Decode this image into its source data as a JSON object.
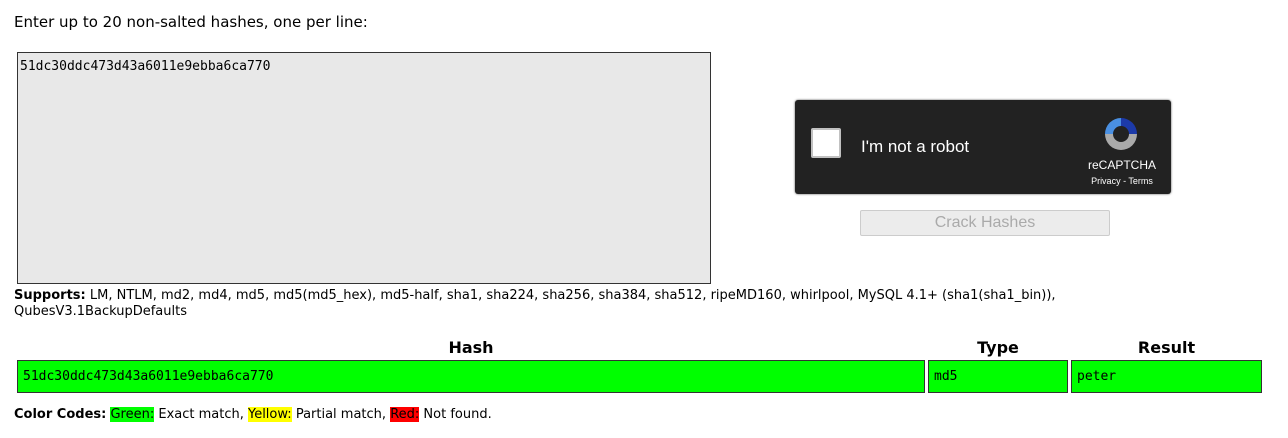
{
  "prompt": "Enter up to 20 non-salted hashes, one per line:",
  "input_value": "51dc30ddc473d43a6011e9ebba6ca770",
  "captcha": {
    "label": "I'm not a robot",
    "brand": "reCAPTCHA",
    "privacy": "Privacy",
    "sep": " - ",
    "terms": "Terms"
  },
  "crack_label": "Crack Hashes",
  "supports": {
    "label": "Supports:",
    "text": " LM, NTLM, md2, md4, md5, md5(md5_hex), md5-half, sha1, sha224, sha256, sha384, sha512, ripeMD160, whirlpool, MySQL 4.1+ (sha1(sha1_bin)), QubesV3.1BackupDefaults"
  },
  "table": {
    "headers": [
      "Hash",
      "Type",
      "Result"
    ],
    "rows": [
      {
        "hash": "51dc30ddc473d43a6011e9ebba6ca770",
        "type": "md5",
        "result": "peter"
      }
    ]
  },
  "codes": {
    "label": "Color Codes:",
    "green": "Green:",
    "green_t": " Exact match, ",
    "yellow": "Yellow:",
    "yellow_t": " Partial match, ",
    "red": "Red:",
    "red_t": " Not found."
  },
  "colors": {
    "exact": "#00ff00",
    "partial": "#ffff00",
    "notfound": "#ff0000"
  }
}
